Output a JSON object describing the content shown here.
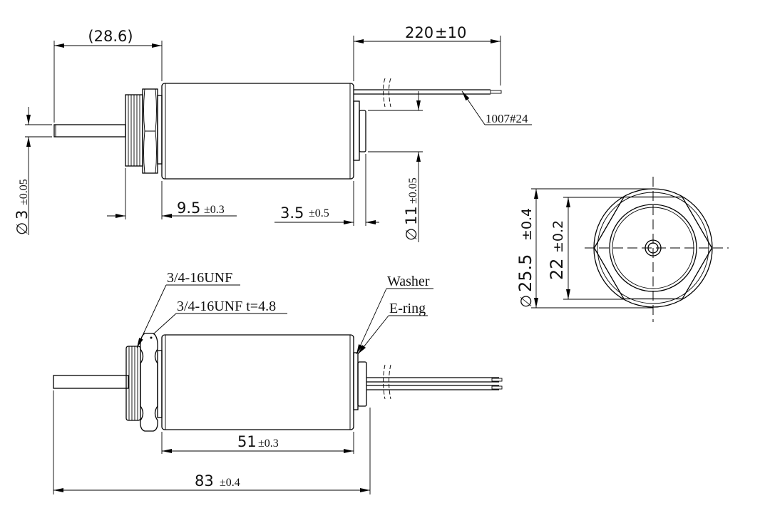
{
  "drawing": {
    "top_view": {
      "dim_stroke_overall": "(28.6)",
      "dim_stroke_value": "28.6",
      "dim_lead_length": "220",
      "dim_lead_tol": "±10",
      "wire_spec": "1007#24",
      "dim_shaft_dia": "3",
      "dim_shaft_tol": "±0.05",
      "dim_boss_dia": "11",
      "dim_boss_tol": "±0.05",
      "dim_thread_len": "9.5",
      "dim_thread_tol": "±0.3",
      "dim_boss_len": "3.5",
      "dim_boss_len_tol": "±0.5",
      "diameter_symbol": "∅"
    },
    "side_view": {
      "thread_label": "3/4-16UNF",
      "nut_label": "3/4-16UNF t=4.8",
      "washer_label": "Washer",
      "ering_label": "E-ring",
      "dim_body_len": "51",
      "dim_body_tol": "±0.3",
      "dim_total_len": "83",
      "dim_total_tol": "±0.4"
    },
    "end_view": {
      "dim_outer_dia": "25.5",
      "dim_outer_tol": "±0.4",
      "dim_flats": "22",
      "dim_flats_tol": "±0.2"
    }
  }
}
